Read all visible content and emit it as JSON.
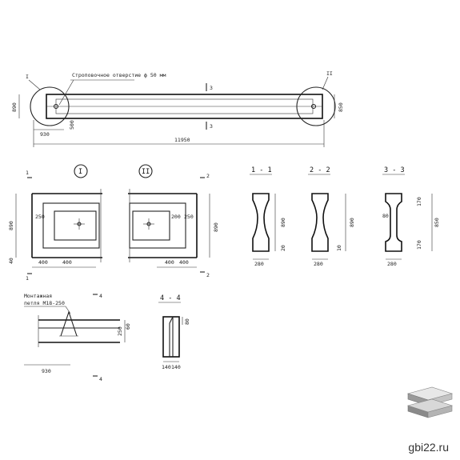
{
  "plan": {
    "callout_I": "I",
    "callout_II": "II",
    "note": "Строповочное отверстие ф 50 мм",
    "section_mark": "3",
    "dim_height": "890",
    "dim_height_right": "850",
    "dim_930": "930",
    "dim_500": "500",
    "dim_length": "11950"
  },
  "detail_I": {
    "label": "I",
    "cut_mark": "1",
    "dim_890": "890",
    "dim_250": "250",
    "dim_40": "40",
    "dim_400a": "400",
    "dim_400b": "400"
  },
  "detail_II": {
    "label": "II",
    "cut_mark": "2",
    "dim_890": "890",
    "dim_200": "200",
    "dim_250": "250",
    "dim_400a": "400",
    "dim_400b": "400"
  },
  "sections": [
    {
      "title": "1 - 1",
      "dim_h": "890",
      "dim_w": "280",
      "dim_small": "20"
    },
    {
      "title": "2 - 2",
      "dim_h": "890",
      "dim_w": "280",
      "dim_small": "10"
    },
    {
      "title": "3 - 3",
      "dim_h": "850",
      "dim_w": "280",
      "dim_a": "80",
      "dim_b": "170"
    }
  ],
  "loop": {
    "caption_1": "Монтажная",
    "caption_2": "петля М18-250",
    "cut_mark": "4",
    "dim_250": "250",
    "dim_60": "60",
    "dim_930": "930"
  },
  "section_4": {
    "title": "4 - 4",
    "dim_80": "80",
    "dim_140a": "140",
    "dim_140b": "140"
  },
  "brand": {
    "site": "gbi22.ru"
  },
  "colors": {
    "line": "#222222",
    "background": "#ffffff"
  }
}
